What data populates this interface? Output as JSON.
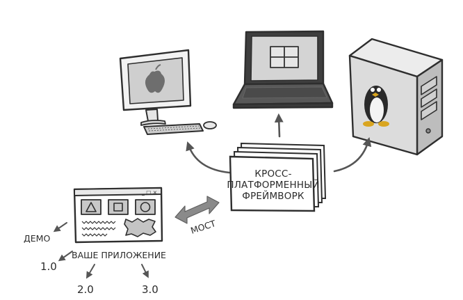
{
  "framework": {
    "lines": [
      "КРОСС-",
      "ПЛАТФОРМЕННЫЙ",
      "ФРЕЙМВОРК"
    ]
  },
  "bridge": {
    "label": "МОСТ"
  },
  "app": {
    "label": "ВАШЕ ПРИЛОЖЕНИЕ",
    "window_controls": "_ □ ×"
  },
  "versions": {
    "demo": "ДЕМО",
    "v1": "1.0",
    "v2": "2.0",
    "v3": "3.0"
  },
  "platforms": [
    {
      "name": "mac-desktop",
      "icon": "apple-icon"
    },
    {
      "name": "windows-laptop",
      "icon": "windows-icon"
    },
    {
      "name": "linux-tower",
      "icon": "tux-icon"
    }
  ],
  "colors": {
    "screen": "#cfcfcf",
    "frame": "#3a3a3a",
    "case": "#e2e2e2",
    "arrow": "#6c6c6c",
    "bridge_arrow": "#8a8a8a"
  }
}
